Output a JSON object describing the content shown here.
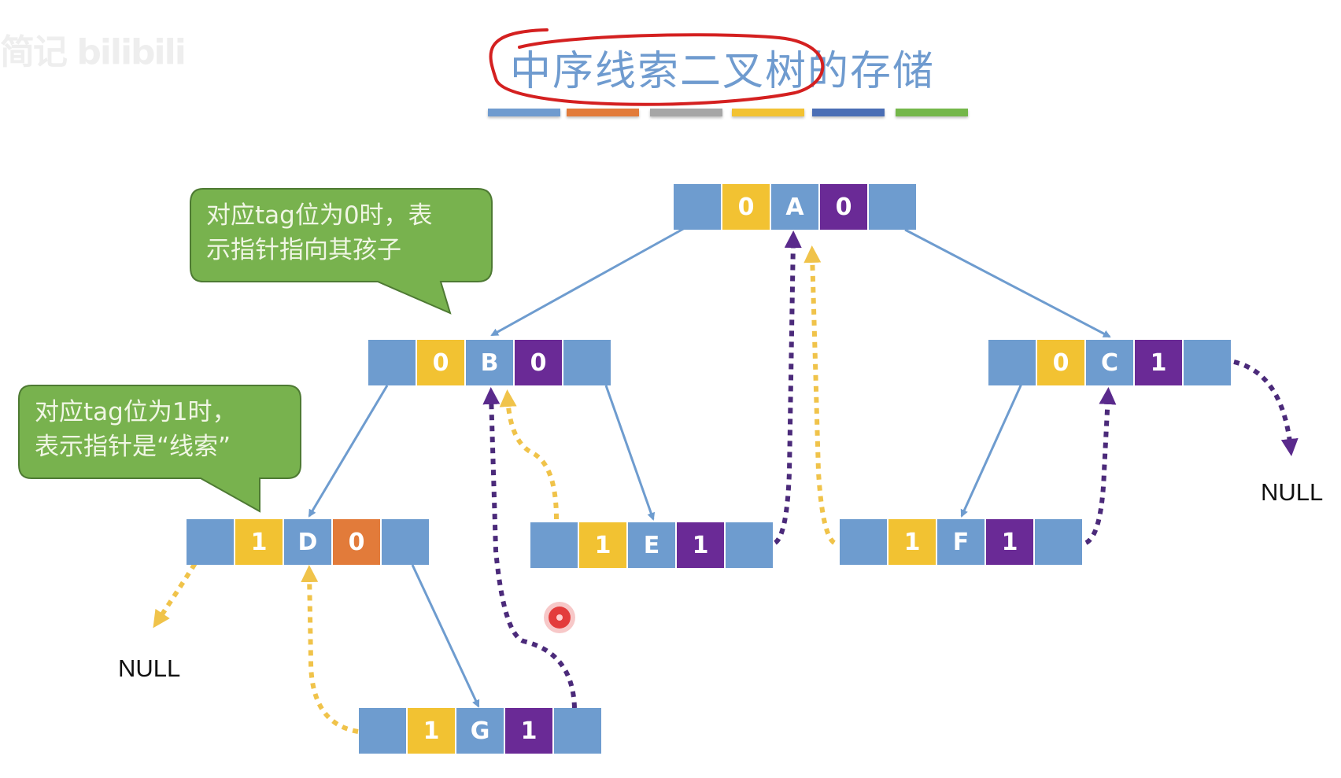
{
  "watermark": "简记 bilibili",
  "title": "中序线索二叉树的存储",
  "title_color": "#6f9bcf",
  "annotation_circle_color": "#d42020",
  "color_strip": [
    "#6f9bcf",
    "#e27b3a",
    "#a6a6a6",
    "#f2c232",
    "#4a6eb5",
    "#74b74a"
  ],
  "colors": {
    "pointer": "#6e9ccf",
    "ltag": "#f2c232",
    "rtag_child": "#6a2a96",
    "rtag_orange": "#e27b3a",
    "callout": "#78b24e",
    "thread_purple": "#4b2a7a",
    "thread_yellow": "#f0c34a",
    "edge": "#6e9ccf"
  },
  "callouts": [
    {
      "id": "tag0",
      "text": "对应tag位为0时，表\n示指针指向其孩子"
    },
    {
      "id": "tag1",
      "text": "对应tag位为1时，\n表示指针是“线索”"
    }
  ],
  "nodes": [
    {
      "id": "A",
      "ltag": "0",
      "data": "A",
      "rtag": "0",
      "rtag_color": "purple"
    },
    {
      "id": "B",
      "ltag": "0",
      "data": "B",
      "rtag": "0",
      "rtag_color": "purple"
    },
    {
      "id": "C",
      "ltag": "0",
      "data": "C",
      "rtag": "1",
      "rtag_color": "purple"
    },
    {
      "id": "D",
      "ltag": "1",
      "data": "D",
      "rtag": "0",
      "rtag_color": "orange"
    },
    {
      "id": "E",
      "ltag": "1",
      "data": "E",
      "rtag": "1",
      "rtag_color": "purple"
    },
    {
      "id": "F",
      "ltag": "1",
      "data": "F",
      "rtag": "1",
      "rtag_color": "purple"
    },
    {
      "id": "G",
      "ltag": "1",
      "data": "G",
      "rtag": "1",
      "rtag_color": "purple"
    }
  ],
  "edges": [
    {
      "from": "A",
      "to": "B",
      "side": "left"
    },
    {
      "from": "A",
      "to": "C",
      "side": "right"
    },
    {
      "from": "B",
      "to": "D",
      "side": "left"
    },
    {
      "from": "B",
      "to": "E",
      "side": "right"
    },
    {
      "from": "C",
      "to": "F",
      "side": "left"
    },
    {
      "from": "D",
      "to": "G",
      "side": "right"
    }
  ],
  "threads": [
    {
      "from": "D",
      "kind": "predecessor",
      "to": "NULL"
    },
    {
      "from": "G",
      "kind": "predecessor",
      "to": "D"
    },
    {
      "from": "G",
      "kind": "successor",
      "to": "B"
    },
    {
      "from": "E",
      "kind": "predecessor",
      "to": "B"
    },
    {
      "from": "E",
      "kind": "successor",
      "to": "A"
    },
    {
      "from": "F",
      "kind": "predecessor",
      "to": "A"
    },
    {
      "from": "F",
      "kind": "successor",
      "to": "C"
    },
    {
      "from": "C",
      "kind": "successor",
      "to": "NULL"
    }
  ],
  "null_labels": [
    "NULL",
    "NULL"
  ]
}
